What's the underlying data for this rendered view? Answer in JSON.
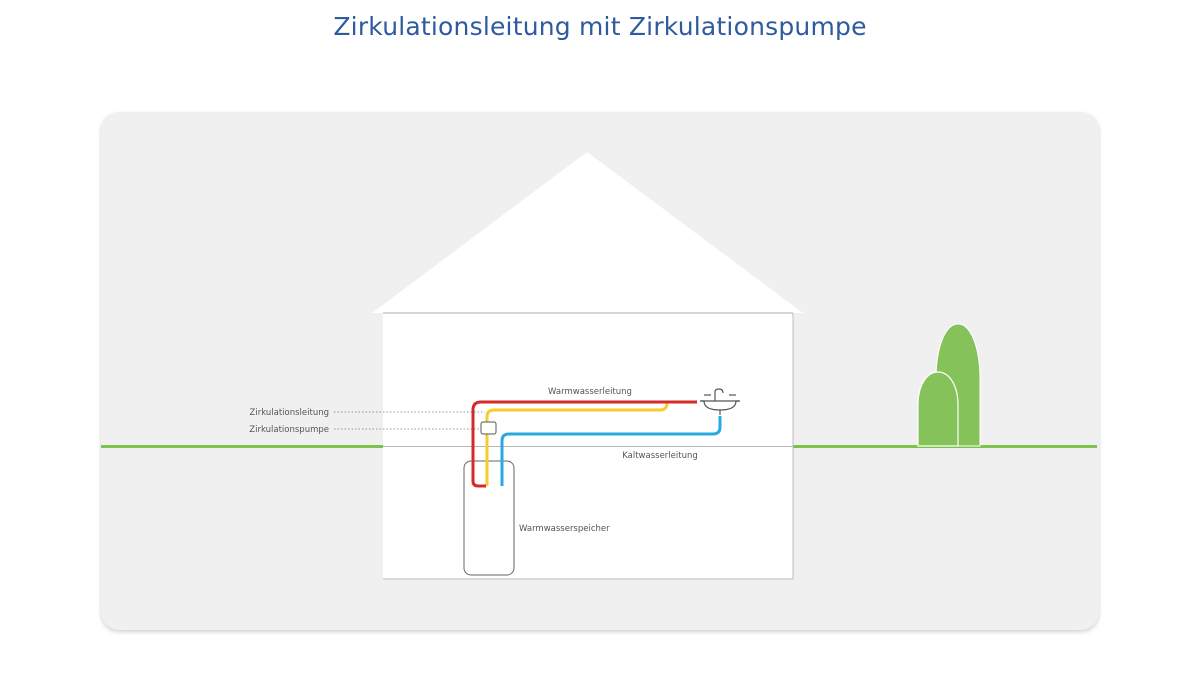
{
  "title": "Zirkulationsleitung mit Zirkulationspumpe",
  "labels": {
    "zirkulationsleitung": "Zirkulationsleitung",
    "zirkulationspumpe": "Zirkulationspumpe",
    "warmwasserleitung": "Warmwasserleitung",
    "kaltwasserleitung": "Kaltwasserleitung",
    "warmwasserspeicher": "Warmwasserspeicher"
  },
  "colors": {
    "title": "#2e5aa0",
    "hot_water_pipe": "#d42a2a",
    "circulation_pipe": "#f7cc2e",
    "cold_water_pipe": "#2aa8e0",
    "ground": "#7dc24b",
    "tree": "#86c25a",
    "background_panel": "#f0f0f0"
  },
  "icons": [
    "sink-icon",
    "pump-icon",
    "tank-icon",
    "tree-icon",
    "house-icon"
  ]
}
